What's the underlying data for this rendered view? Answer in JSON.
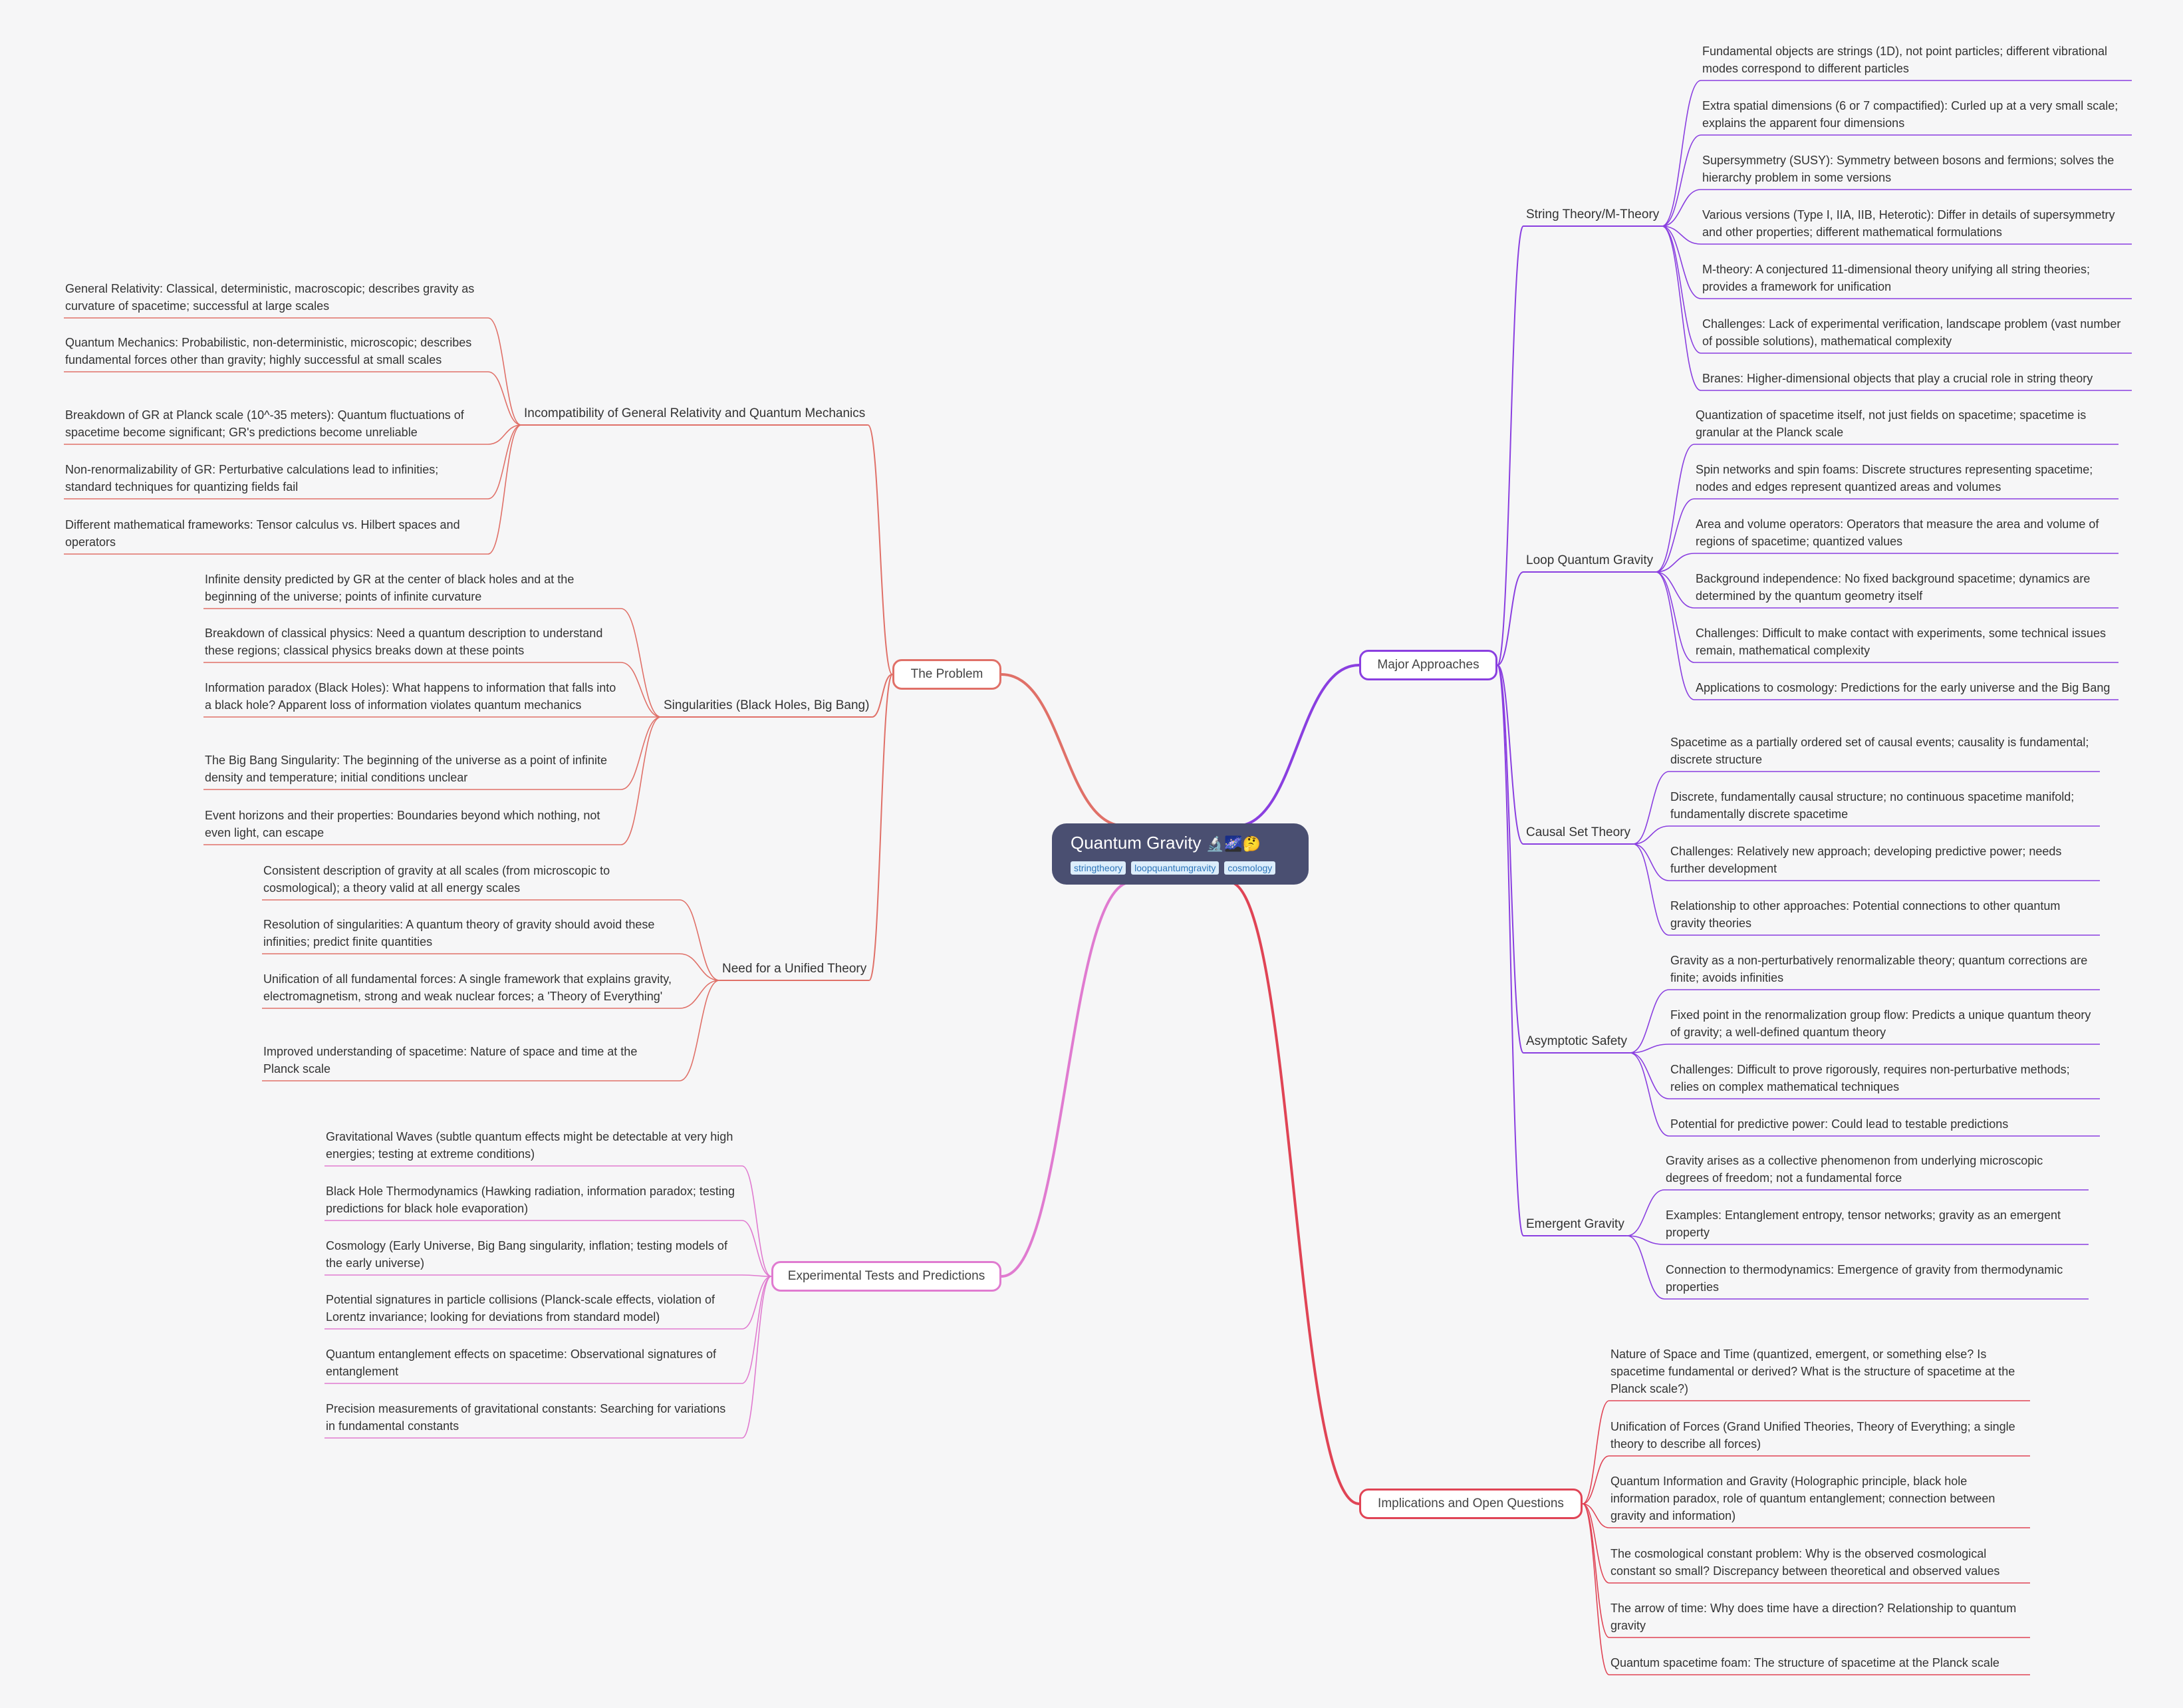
{
  "root": {
    "title": "Quantum Gravity",
    "emoji": "🔬🌌🤔",
    "tags": [
      "stringtheory",
      "loopquantumgravity",
      "cosmology"
    ]
  },
  "branches": [
    {
      "label": "The Problem",
      "color": "#e07068",
      "subs": [
        {
          "label": "Incompatibility of General Relativity and Quantum Mechanics",
          "items": [
            "General Relativity: Classical, deterministic, macroscopic; describes gravity as curvature of spacetime; successful at large scales",
            "Quantum Mechanics: Probabilistic, non-deterministic, microscopic; describes fundamental forces other than gravity; highly successful at small scales",
            "Breakdown of GR at Planck scale (10^-35 meters): Quantum fluctuations of spacetime become significant; GR's predictions become unreliable",
            "Non-renormalizability of GR: Perturbative calculations lead to infinities; standard techniques for quantizing fields fail",
            "Different mathematical frameworks: Tensor calculus vs. Hilbert spaces and operators"
          ]
        },
        {
          "label": "Singularities (Black Holes, Big Bang)",
          "items": [
            "Infinite density predicted by GR at the center of black holes and at the beginning of the universe; points of infinite curvature",
            "Breakdown of classical physics: Need a quantum description to understand these regions; classical physics breaks down at these points",
            "Information paradox (Black Holes): What happens to information that falls into a black hole?  Apparent loss of information violates quantum mechanics",
            "The Big Bang Singularity: The beginning of the universe as a point of infinite density and temperature; initial conditions unclear",
            "Event horizons and their properties:  Boundaries beyond which nothing, not even light, can escape"
          ]
        },
        {
          "label": "Need for a Unified Theory",
          "items": [
            "Consistent description of gravity at all scales (from microscopic to cosmological); a theory valid at all energy scales",
            "Resolution of singularities: A quantum theory of gravity should avoid these infinities; predict finite quantities",
            "Unification of all fundamental forces: A single framework that explains gravity, electromagnetism, strong and weak nuclear forces; a 'Theory of Everything'",
            "Improved understanding of spacetime: Nature of space and time at the Planck scale"
          ]
        }
      ]
    },
    {
      "label": "Experimental Tests and Predictions",
      "color": "#e07bd0",
      "subs": [
        {
          "label": "",
          "items": [
            "Gravitational Waves (subtle quantum effects might be detectable at very high energies; testing at extreme conditions)",
            "Black Hole Thermodynamics (Hawking radiation, information paradox; testing predictions for black hole evaporation)",
            "Cosmology (Early Universe, Big Bang singularity, inflation; testing models of the early universe)",
            "Potential signatures in particle collisions (Planck-scale effects, violation of Lorentz invariance; looking for deviations from standard model)",
            "Quantum entanglement effects on spacetime:  Observational signatures of entanglement",
            "Precision measurements of gravitational constants:  Searching for variations in fundamental constants"
          ]
        }
      ]
    },
    {
      "label": "Major Approaches",
      "color": "#8a3fe0",
      "subs": [
        {
          "label": "String Theory/M-Theory",
          "items": [
            "Fundamental objects are strings (1D), not point particles; different vibrational modes correspond to different particles",
            "Extra spatial dimensions (6 or 7 compactified): Curled up at a very small scale; explains the apparent four dimensions",
            "Supersymmetry (SUSY): Symmetry between bosons and fermions; solves the hierarchy problem in some versions",
            "Various versions (Type I, IIA, IIB, Heterotic): Differ in details of supersymmetry and other properties; different mathematical formulations",
            "M-theory: A conjectured 11-dimensional theory unifying all string theories; provides a framework for unification",
            "Challenges: Lack of experimental verification, landscape problem (vast number of possible solutions), mathematical complexity",
            "Branes: Higher-dimensional objects that play a crucial role in string theory"
          ]
        },
        {
          "label": "Loop Quantum Gravity",
          "items": [
            "Quantization of spacetime itself, not just fields on spacetime; spacetime is granular at the Planck scale",
            "Spin networks and spin foams: Discrete structures representing spacetime; nodes and edges represent quantized areas and volumes",
            "Area and volume operators: Operators that measure the area and volume of regions of spacetime; quantized values",
            "Background independence: No fixed background spacetime; dynamics are determined by the quantum geometry itself",
            "Challenges: Difficult to make contact with experiments, some technical issues remain, mathematical complexity",
            "Applications to cosmology:  Predictions for the early universe and the Big Bang"
          ]
        },
        {
          "label": "Causal Set Theory",
          "items": [
            "Spacetime as a partially ordered set of causal events; causality is fundamental; discrete structure",
            "Discrete, fundamentally causal structure; no continuous spacetime manifold; fundamentally discrete spacetime",
            "Challenges: Relatively new approach; developing predictive power; needs further development",
            "Relationship to other approaches: Potential connections to other quantum gravity theories"
          ]
        },
        {
          "label": "Asymptotic Safety",
          "items": [
            "Gravity as a non-perturbatively renormalizable theory; quantum corrections are finite; avoids infinities",
            "Fixed point in the renormalization group flow: Predicts a unique quantum theory of gravity; a well-defined quantum theory",
            "Challenges: Difficult to prove rigorously, requires non-perturbative methods; relies on complex mathematical techniques",
            "Potential for predictive power:  Could lead to testable predictions"
          ]
        },
        {
          "label": "Emergent Gravity",
          "items": [
            "Gravity arises as a collective phenomenon from underlying microscopic degrees of freedom; not a fundamental force",
            "Examples: Entanglement entropy, tensor networks;  gravity as an emergent property",
            "Connection to thermodynamics:  Emergence of gravity from thermodynamic properties"
          ]
        }
      ]
    },
    {
      "label": "Implications and Open Questions",
      "color": "#e04455",
      "subs": [
        {
          "label": "",
          "items": [
            "Nature of Space and Time (quantized, emergent, or something else? Is spacetime fundamental or derived?  What is the structure of spacetime at the Planck scale?)",
            "Unification of Forces (Grand Unified Theories, Theory of Everything; a single theory to describe all forces)",
            "Quantum Information and Gravity (Holographic principle, black hole information paradox, role of quantum entanglement; connection between gravity and information)",
            "The cosmological constant problem: Why is the observed cosmological constant so small?  Discrepancy between theoretical and observed values",
            "The arrow of time:  Why does time have a direction?  Relationship to quantum gravity",
            "Quantum spacetime foam:  The structure of spacetime at the Planck scale"
          ]
        }
      ]
    }
  ]
}
